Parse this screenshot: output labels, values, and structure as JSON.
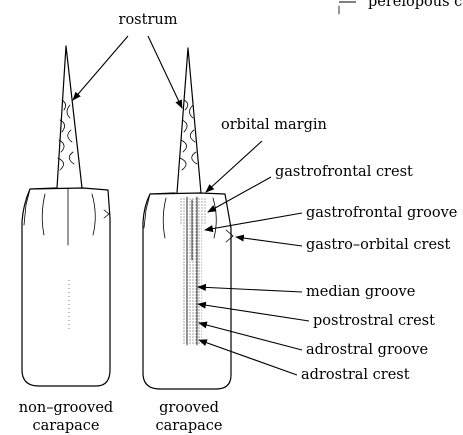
{
  "top_right_fragment": "pereiopous c",
  "labels": {
    "rostrum": "rostrum",
    "orbital_margin": "orbital margin",
    "gastrofrontal_crest": "gastrofrontal crest",
    "gastrofrontal_groove": "gastrofrontal groove",
    "gastro_orbital_crest": "gastro–orbital crest",
    "median_groove": "median groove",
    "postrostral_crest": "postrostral crest",
    "adrostral_groove": "adrostral groove",
    "adrostral_crest": "adrostral crest"
  },
  "captions": {
    "left_line1": "non–grooved",
    "left_line2": "carapace",
    "right_line1": "grooved",
    "right_line2": "carapace"
  }
}
